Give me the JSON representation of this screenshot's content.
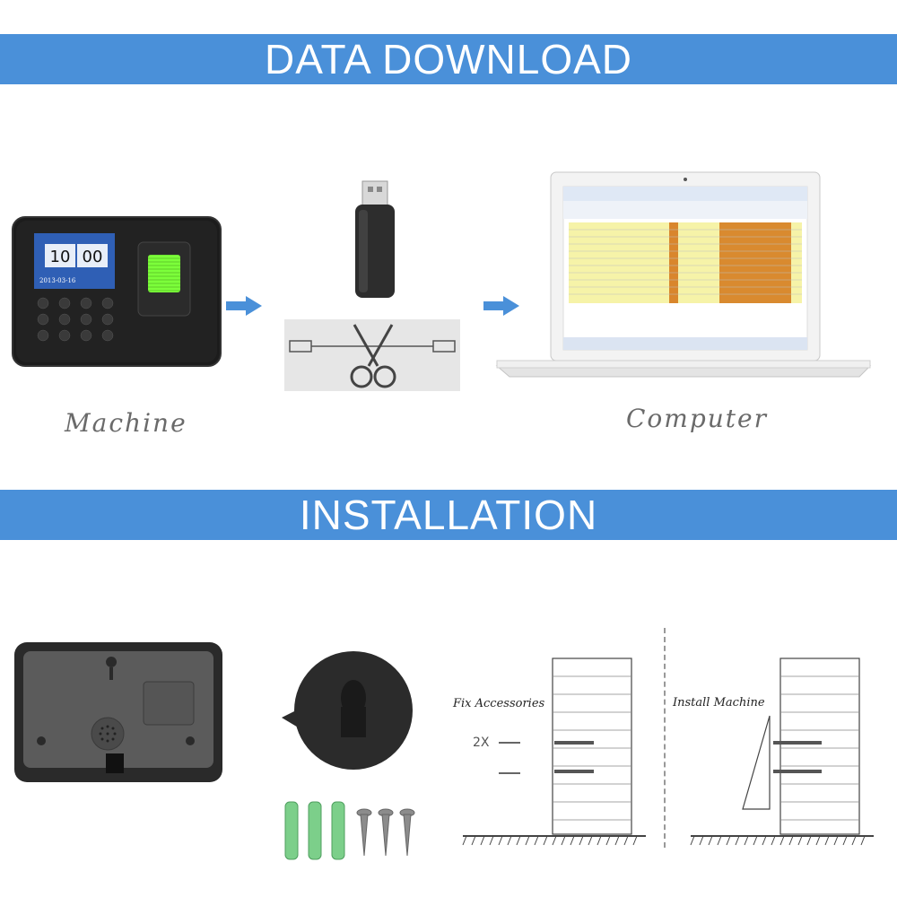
{
  "sections": {
    "download_title": "DATA DOWNLOAD",
    "install_title": "INSTALLATION"
  },
  "download": {
    "machine_label": "Machine",
    "computer_label": "Computer",
    "screen_time": "10:00",
    "screen_time_h": "10",
    "screen_time_m": "00",
    "screen_date": "2013-03-16"
  },
  "install": {
    "fix_label": "Fix Accessories",
    "install_label": "Install Machine",
    "count_label": "2X"
  },
  "colors": {
    "banner": "#4a90d9",
    "arrow": "#4a90d9",
    "caption": "#6a6a6a"
  }
}
